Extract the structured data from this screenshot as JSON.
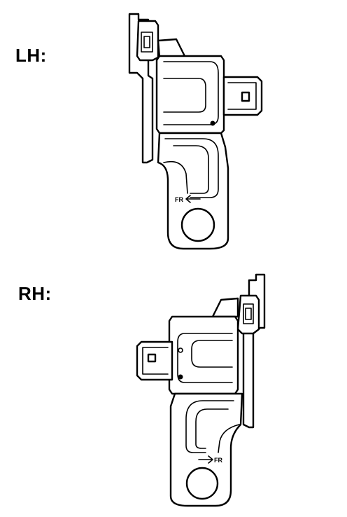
{
  "labels": {
    "lh": "LH:",
    "rh": "RH:"
  },
  "markings": {
    "lh_direction": "FR",
    "rh_direction": "FR"
  },
  "colors": {
    "ink": "#000000",
    "paper": "#ffffff"
  }
}
